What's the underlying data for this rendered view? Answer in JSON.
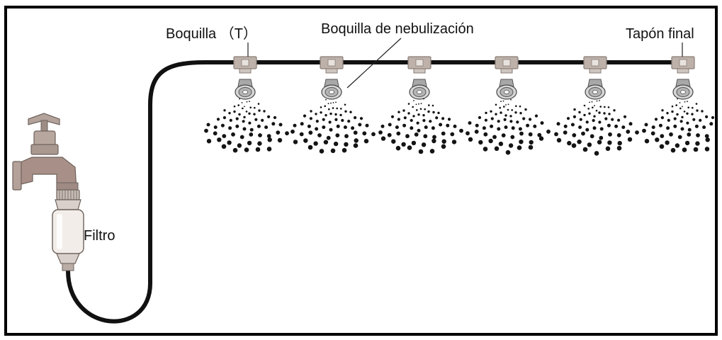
{
  "labels": {
    "boquilla_t": "Boquilla （T）",
    "boquilla_nebulizacion": "Boquilla de nebulización",
    "tapon_final": "Tapón final",
    "filtro": "Filtro"
  },
  "colors": {
    "hose": "#111111",
    "fitting": "#bdb1a9",
    "fitting_dark": "#8a7e77",
    "faucet": "#a6948b",
    "mist_dot": "#141414"
  },
  "icons": {
    "faucet": "faucet-icon",
    "filter": "filter-icon",
    "tee": "tee-fitting-icon",
    "nozzle": "mist-nozzle-icon",
    "end_cap": "end-cap-icon"
  }
}
